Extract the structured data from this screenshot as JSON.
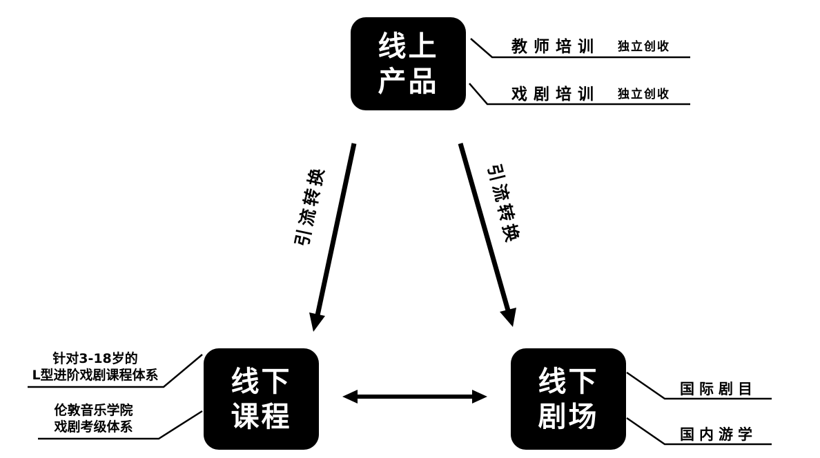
{
  "nodes": {
    "online_product": {
      "line1": "线上",
      "line2": "产品"
    },
    "offline_course": {
      "line1": "线下",
      "line2": "课程"
    },
    "offline_theater": {
      "line1": "线下",
      "line2": "剧场"
    }
  },
  "edges": {
    "left_arrow_label": "引流转换",
    "right_arrow_label": "引流转换"
  },
  "top_annotations": [
    {
      "label": "教师培训",
      "note": "独立创收"
    },
    {
      "label": "戏剧培训",
      "note": "独立创收"
    }
  ],
  "left_annotations": [
    {
      "line1": "针对3-18岁的",
      "line2": "L型进阶戏剧课程体系"
    },
    {
      "line1": "伦敦音乐学院",
      "line2": "戏剧考级体系"
    }
  ],
  "right_annotations": [
    {
      "label": "国际剧目"
    },
    {
      "label": "国内游学"
    }
  ],
  "colors": {
    "node_background": "#000000",
    "node_text": "#ffffff",
    "line": "#000000",
    "page_background": "#ffffff"
  }
}
